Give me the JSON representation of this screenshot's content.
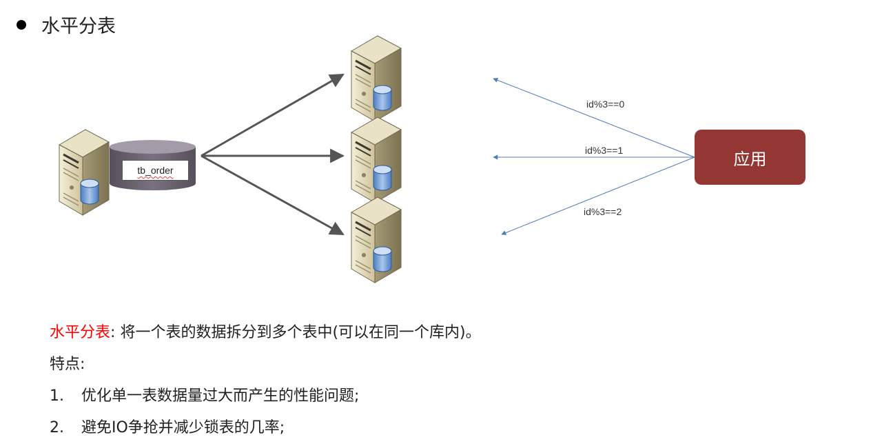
{
  "heading": "水平分表",
  "table_name": "tb_order",
  "app_label": "应用",
  "routing_rules": [
    "id%3==0",
    "id%3==1",
    "id%3==2"
  ],
  "description": {
    "term": "水平分表",
    "separator": ":",
    "definition": "将一个表的数据拆分到多个表中(可以在同一个库内)。",
    "features_title": "特点:",
    "features": [
      {
        "number": "1.",
        "text": "优化单一表数据量过大而产生的性能问题;"
      },
      {
        "number": "2.",
        "text": "避免IO争抢并减少锁表的几率;"
      }
    ]
  },
  "colors": {
    "term_red": "#ff0000",
    "app_box": "#943634",
    "rule_arrow": "#4f7bbf",
    "split_arrow": "#555555",
    "table_cylinder": "#6b6470"
  },
  "icons": [
    "server-icon",
    "database-icon",
    "table-cylinder-icon"
  ]
}
